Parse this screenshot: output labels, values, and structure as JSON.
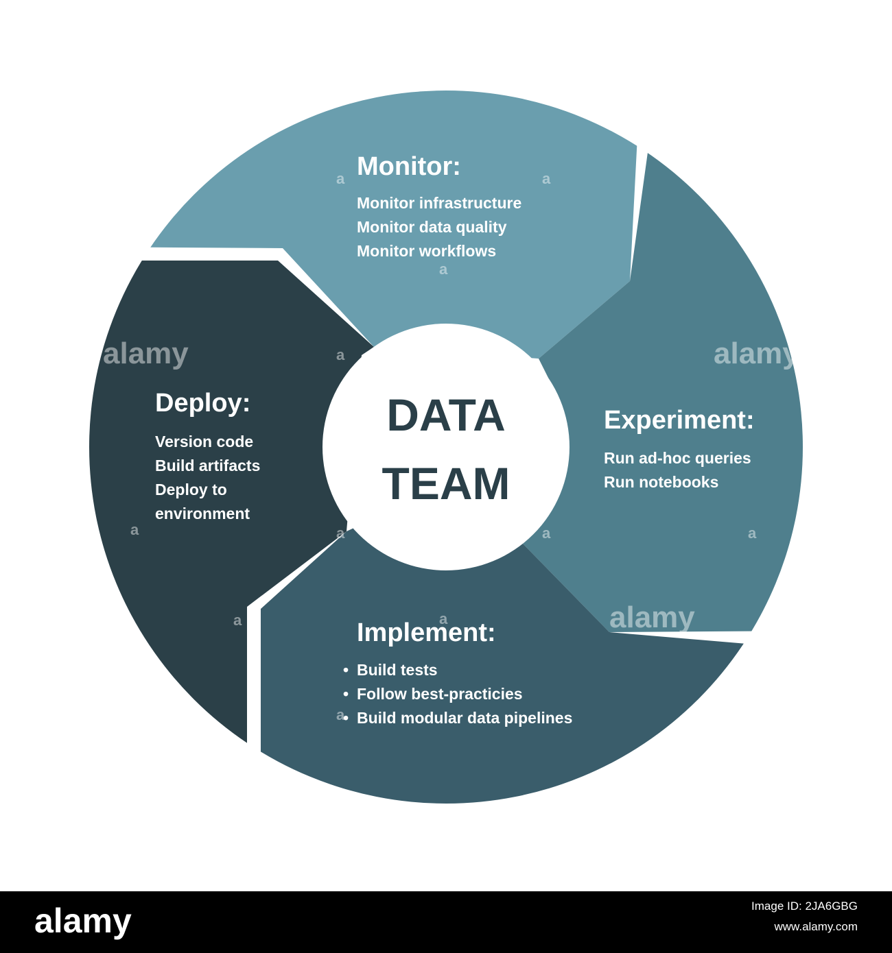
{
  "colors": {
    "monitor": "#6a9eae",
    "experiment": "#4f7f8d",
    "implement": "#3a5d6b",
    "deploy": "#2b4048",
    "center_text": "#2a3f48",
    "background": "#ffffff"
  },
  "center": {
    "line1": "DATA",
    "line2": "TEAM"
  },
  "segments": {
    "monitor": {
      "title": "Monitor:",
      "items": [
        "Monitor infrastructure",
        "Monitor data quality",
        "Monitor workflows"
      ]
    },
    "experiment": {
      "title": "Experiment:",
      "items": [
        "Run ad-hoc queries",
        "Run notebooks"
      ]
    },
    "implement": {
      "title": "Implement:",
      "items": [
        "Build tests",
        "Follow best-practicies",
        "Build modular data pipelines"
      ],
      "bullet": "•"
    },
    "deploy": {
      "title": "Deploy:",
      "items": [
        "Version code",
        "Build artifacts",
        "Deploy to",
        "environment"
      ]
    }
  },
  "watermark": {
    "word": "alamy",
    "letter": "a"
  },
  "footer": {
    "logo": "alamy",
    "image_id": "Image ID: 2JA6GBG",
    "url": "www.alamy.com"
  }
}
